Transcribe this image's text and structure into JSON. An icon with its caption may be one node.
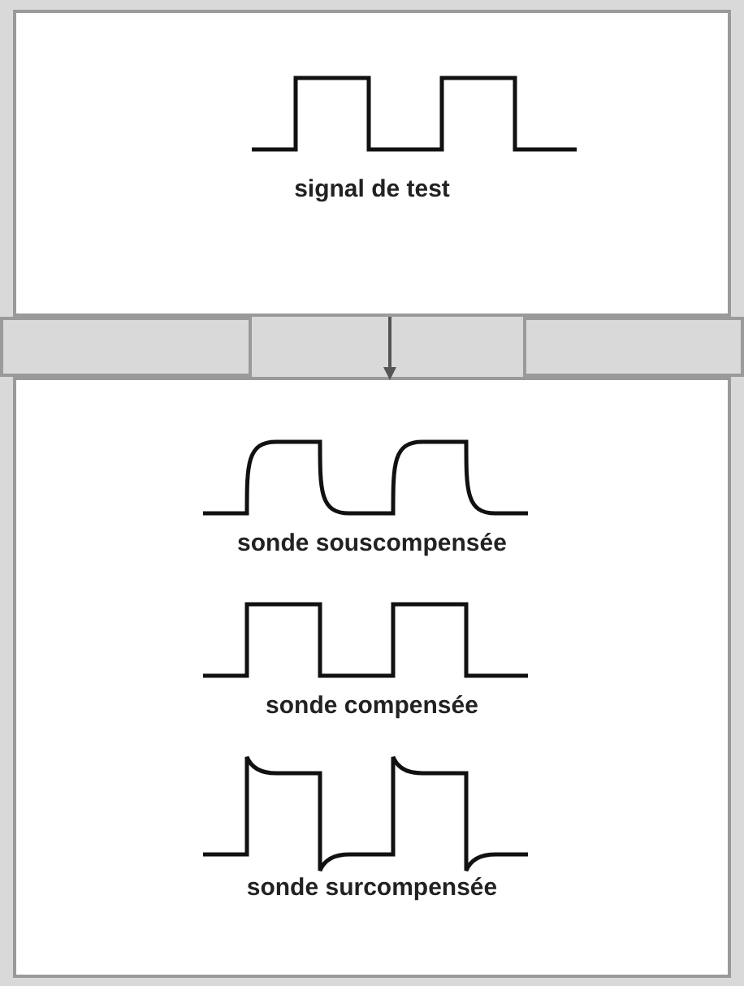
{
  "diagram": {
    "nodes": [
      {
        "text": [
          "signal de test"
        ]
      },
      {
        "text": [],
        "shape": "box"
      },
      {
        "text": [
          "sonde souscompensée"
        ],
        "in": 1
      },
      {
        "text": [
          "sonde compensée"
        ],
        "in": 1
      },
      {
        "text": [
          "sonde surcompensée"
        ],
        "in": 1
      }
    ],
    "edges": [
      {
        "from": 0,
        "to": 1,
        "arrow": "to"
      }
    ]
  }
}
